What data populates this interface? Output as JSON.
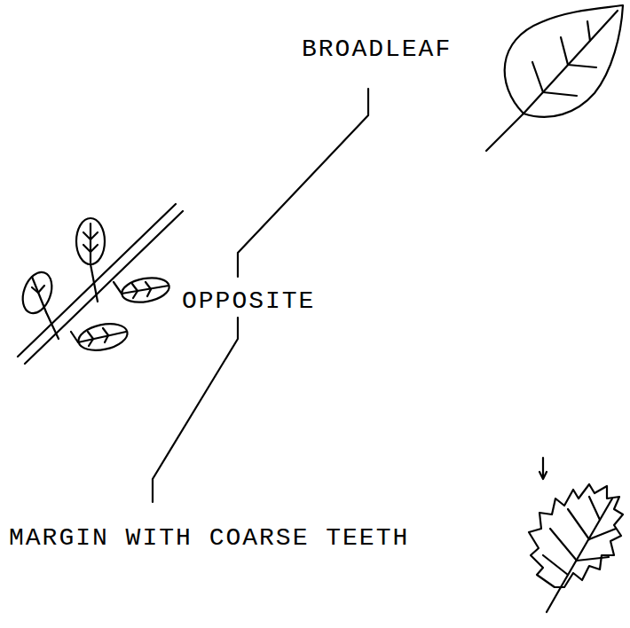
{
  "diagram": {
    "labels": [
      "BROADLEAF",
      "OPPOSITE",
      "MARGIN WITH COARSE TEETH"
    ]
  }
}
